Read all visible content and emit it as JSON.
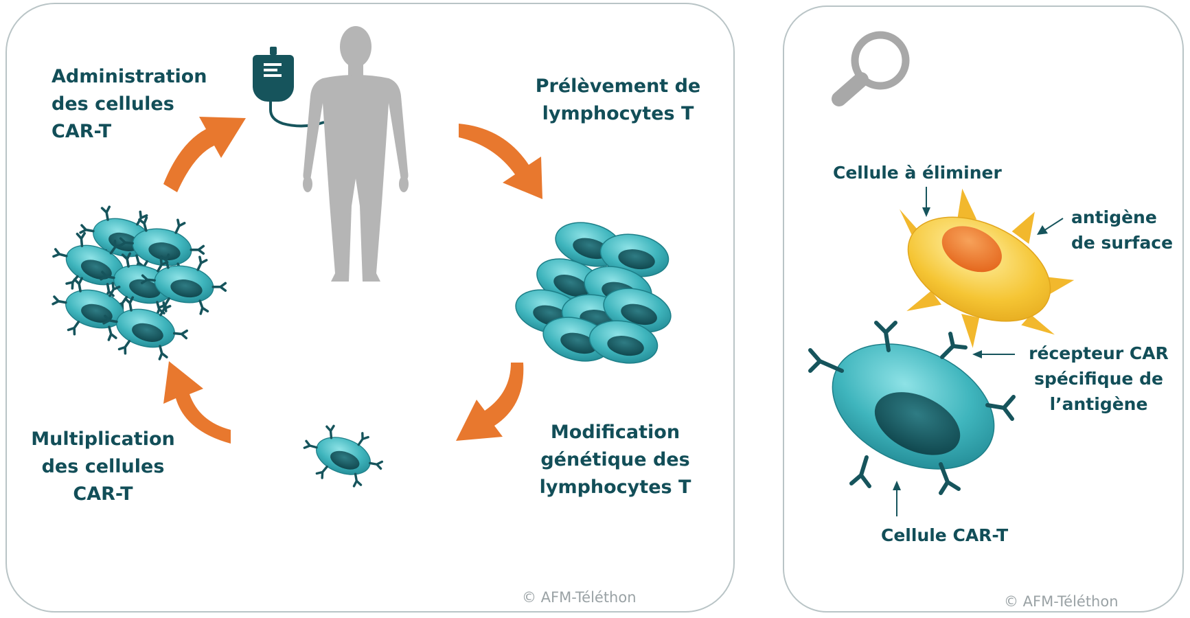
{
  "steps": {
    "administration": [
      "Administration",
      "des cellules",
      "CAR-T"
    ],
    "prelevement": [
      "Prélèvement de",
      "lymphocytes T"
    ],
    "modification": [
      "Modification",
      "génétique des",
      "lymphocytes T"
    ],
    "multiplication": [
      "Multiplication",
      "des cellules",
      "CAR-T"
    ]
  },
  "detail": {
    "target_cell": "Cellule  à éliminer",
    "antigen": [
      "antigène",
      "de surface"
    ],
    "receptor": [
      "récepteur CAR",
      "spécifique de",
      "l’antigène"
    ],
    "car_t_cell": "Cellule CAR-T"
  },
  "copyright_left": "© AFM-Téléthon",
  "copyright_right": "© AFM-Téléthon",
  "colors": {
    "text": "#124e58",
    "arrow": "#e8782e",
    "cell": "#3fb5bd",
    "nucleus": "#15555d",
    "body": "#b3b3b3",
    "target": "#f5c534",
    "border": "#b9c4c6"
  },
  "icons": [
    "iv-bag-icon",
    "human-silhouette-icon",
    "magnifier-icon"
  ]
}
